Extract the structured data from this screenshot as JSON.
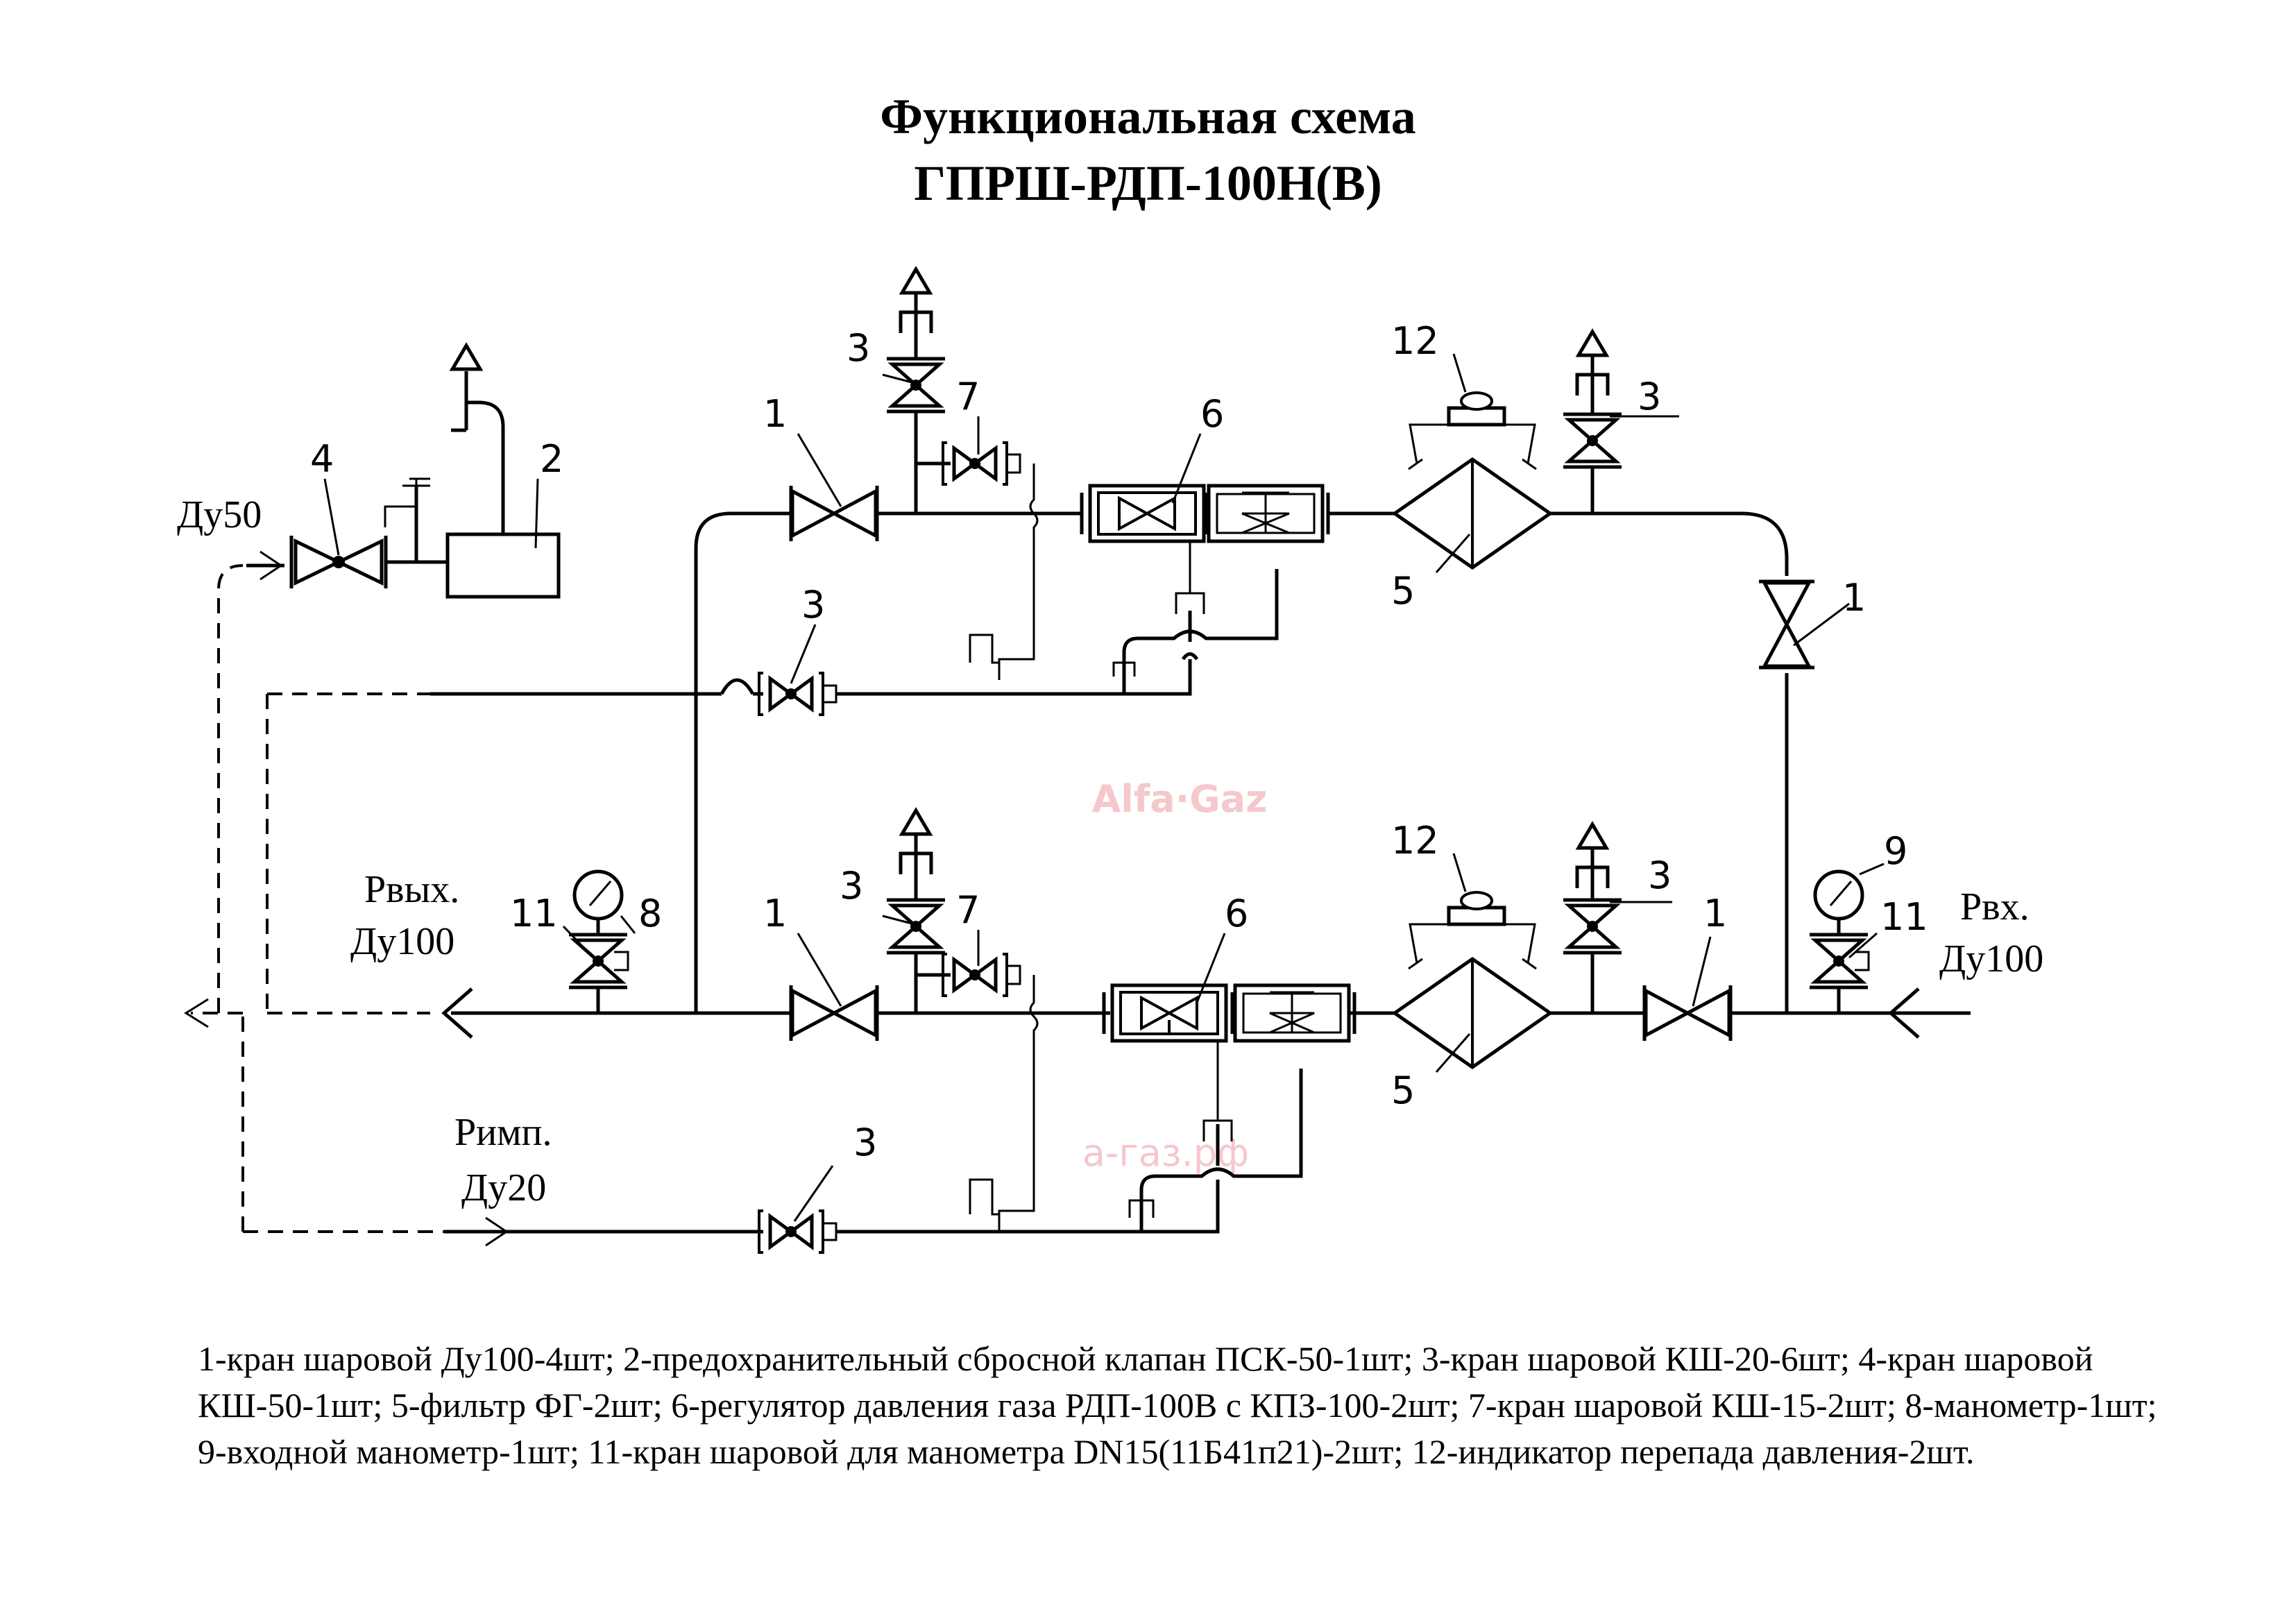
{
  "title": {
    "line1": "Функциональная схема",
    "line2": "ГПРШ-РДП-100Н(В)"
  },
  "watermark": {
    "brand": "Alfa·Gaz",
    "site": "а-газ.рф",
    "color": "#f5c8cc"
  },
  "labels": {
    "du50": "Ду50",
    "pvyh": "Рвых.",
    "du100_out": "Ду100",
    "pimp": "Римп.",
    "du20": "Ду20",
    "pvh": "Рвх.",
    "du100_in": "Ду100"
  },
  "callouts": {
    "n1": "1",
    "n2": "2",
    "n3": "3",
    "n4": "4",
    "n5": "5",
    "n6": "6",
    "n7": "7",
    "n8": "8",
    "n9": "9",
    "n11": "11",
    "n12": "12"
  },
  "legend": "1-кран шаровой Ду100-4шт; 2-предохранительный сбросной клапан ПСК-50-1шт; 3-кран шаровой КШ-20-6шт; 4-кран шаровой КШ-50-1шт; 5-фильтр ФГ-2шт; 6-регулятор давления газа РДП-100В с КПЗ-100-2шт; 7-кран шаровой КШ-15-2шт; 8-манометр-1шт; 9-входной манометр-1шт; 11-кран шаровой для манометра DN15(11Б41п21)-2шт; 12-индикатор перепада давления-2шт."
}
